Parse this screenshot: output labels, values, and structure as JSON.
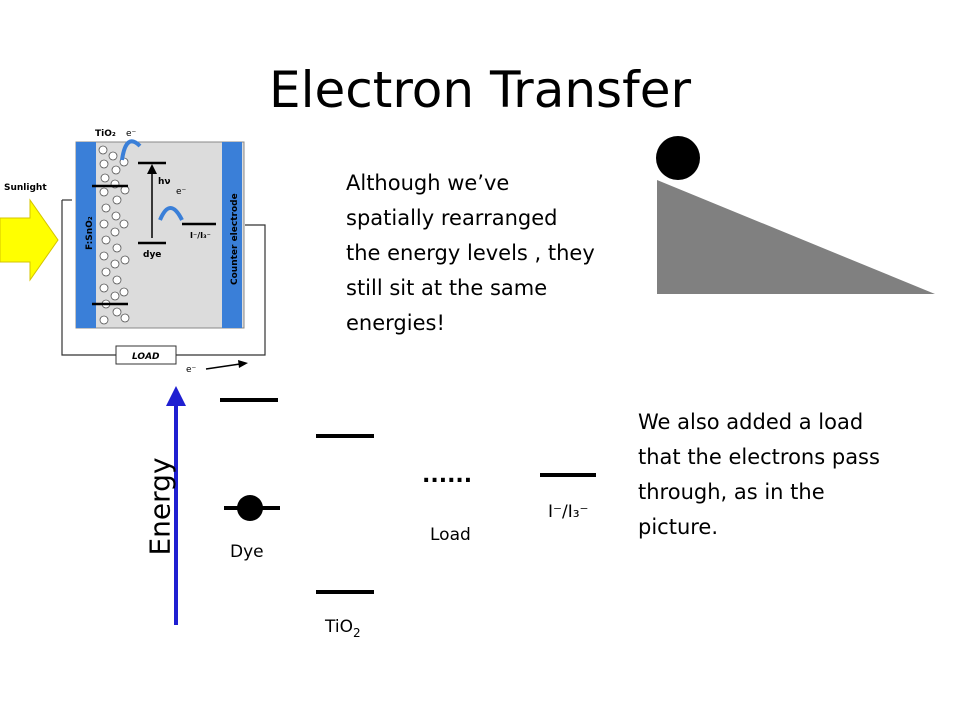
{
  "slide": {
    "title": "Electron Transfer",
    "paragraph_1": "Although we’ve spatially rearranged the energy levels , they still sit at the same energies!",
    "paragraph_2": "We also added a load that the electrons pass through, as in the picture."
  },
  "energy_diagram": {
    "axis_label": "Energy",
    "dye_label": "Dye",
    "tio2_label_main": "TiO",
    "tio2_label_sub": "2",
    "load_label": "Load",
    "redox_label": "I⁻/I₃⁻",
    "load_dots": "......"
  },
  "cell_schematic": {
    "sunlight": "Sunlight",
    "tio2": "TiO₂",
    "electron_top": "e⁻",
    "hv": "hν",
    "electron_mid": "e⁻",
    "redox": "I⁻/I₃⁻",
    "dye": "dye",
    "fto": "F:SnO₂",
    "counter_electrode": "Counter electrode",
    "load": "LOAD",
    "electron_bottom": "e⁻"
  },
  "colors": {
    "axis_arrow": "#1f1fd1",
    "electrode_blue": "#3a7fd8",
    "cell_gray": "#dcdcdc",
    "sunlight_yellow": "#ffff00",
    "slope_gray": "#808080"
  }
}
